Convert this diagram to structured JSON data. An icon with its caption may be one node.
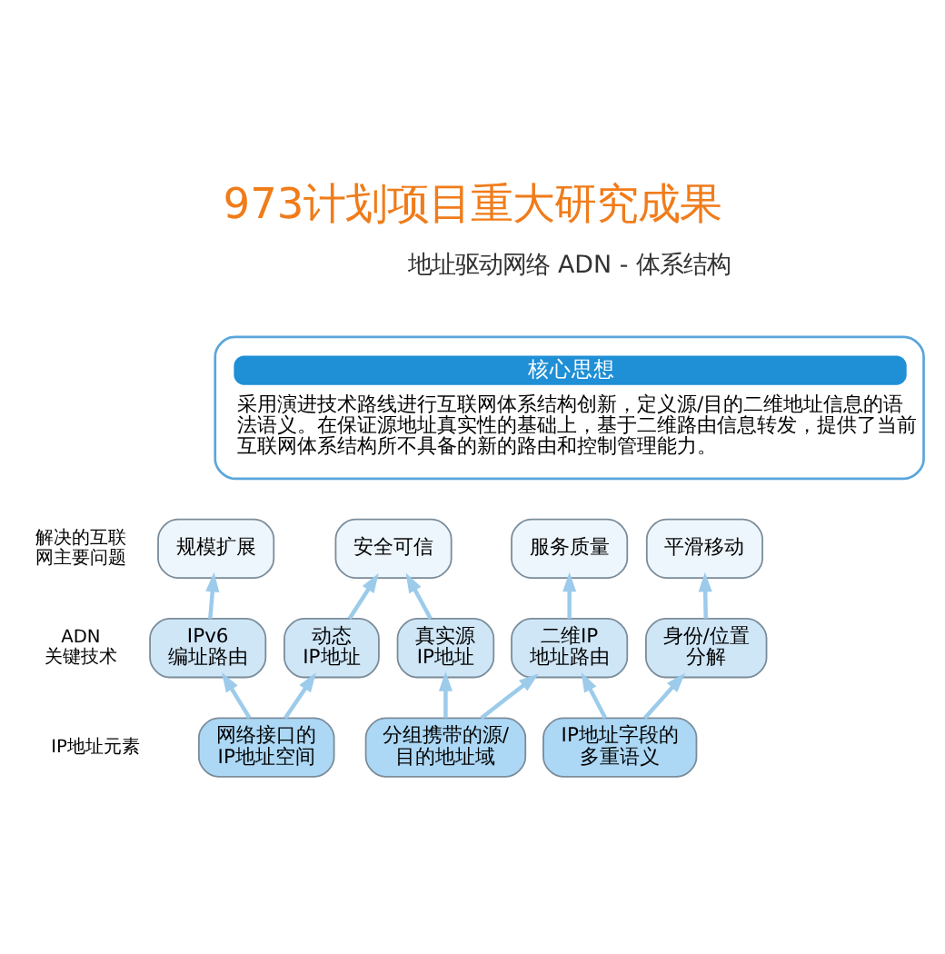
{
  "diagram": {
    "title": "973计划项目重大研究成果",
    "nodes": [
      {
        "text": [
          "核心思想",
          "采用演进技术路线进行互联网体系结构创新，定义源/目的二维地址信息的语法语义。在保证源地址真实性的基础上，基于二维路由信息转发，提供了当前互联网体系结构所不具备的新的路由和控制管理能力。"
        ]
      },
      {
        "text": [
          "规模扩展"
        ]
      },
      {
        "text": [
          "安全可信"
        ]
      },
      {
        "text": [
          "服务质量"
        ]
      },
      {
        "text": [
          "平滑移动"
        ]
      },
      {
        "text": [
          "IPv6 编址路由"
        ]
      },
      {
        "text": [
          "动态 IP地址"
        ]
      },
      {
        "text": [
          "真实源 IP地址"
        ]
      },
      {
        "text": [
          "二维IP 地址路由"
        ]
      },
      {
        "text": [
          "身份/位置分解"
        ]
      },
      {
        "text": [
          "网络接口的 IP地址空间"
        ]
      },
      {
        "text": [
          "分组携带的源/目的地址域"
        ]
      },
      {
        "text": [
          "IP地址字段的多重语义"
        ]
      }
    ],
    "edges": [
      {
        "from": 10,
        "to": 5,
        "arrow": "to"
      },
      {
        "from": 10,
        "to": 6,
        "arrow": "to"
      },
      {
        "from": 11,
        "to": 7,
        "arrow": "to"
      },
      {
        "from": 11,
        "to": 8,
        "arrow": "to"
      },
      {
        "from": 12,
        "to": 8,
        "arrow": "to"
      },
      {
        "from": 12,
        "to": 9,
        "arrow": "to"
      },
      {
        "from": 5,
        "to": 1,
        "arrow": "to"
      },
      {
        "from": 6,
        "to": 2,
        "arrow": "to"
      },
      {
        "from": 7,
        "to": 2,
        "arrow": "to"
      },
      {
        "from": 8,
        "to": 3,
        "arrow": "to"
      },
      {
        "from": 9,
        "to": 4,
        "arrow": "to"
      }
    ],
    "labels": [
      "地址驱动网络 ADN - 体系结构",
      "解决的互联网主要问题",
      "ADN 关键技术",
      "IP地址元素"
    ]
  }
}
